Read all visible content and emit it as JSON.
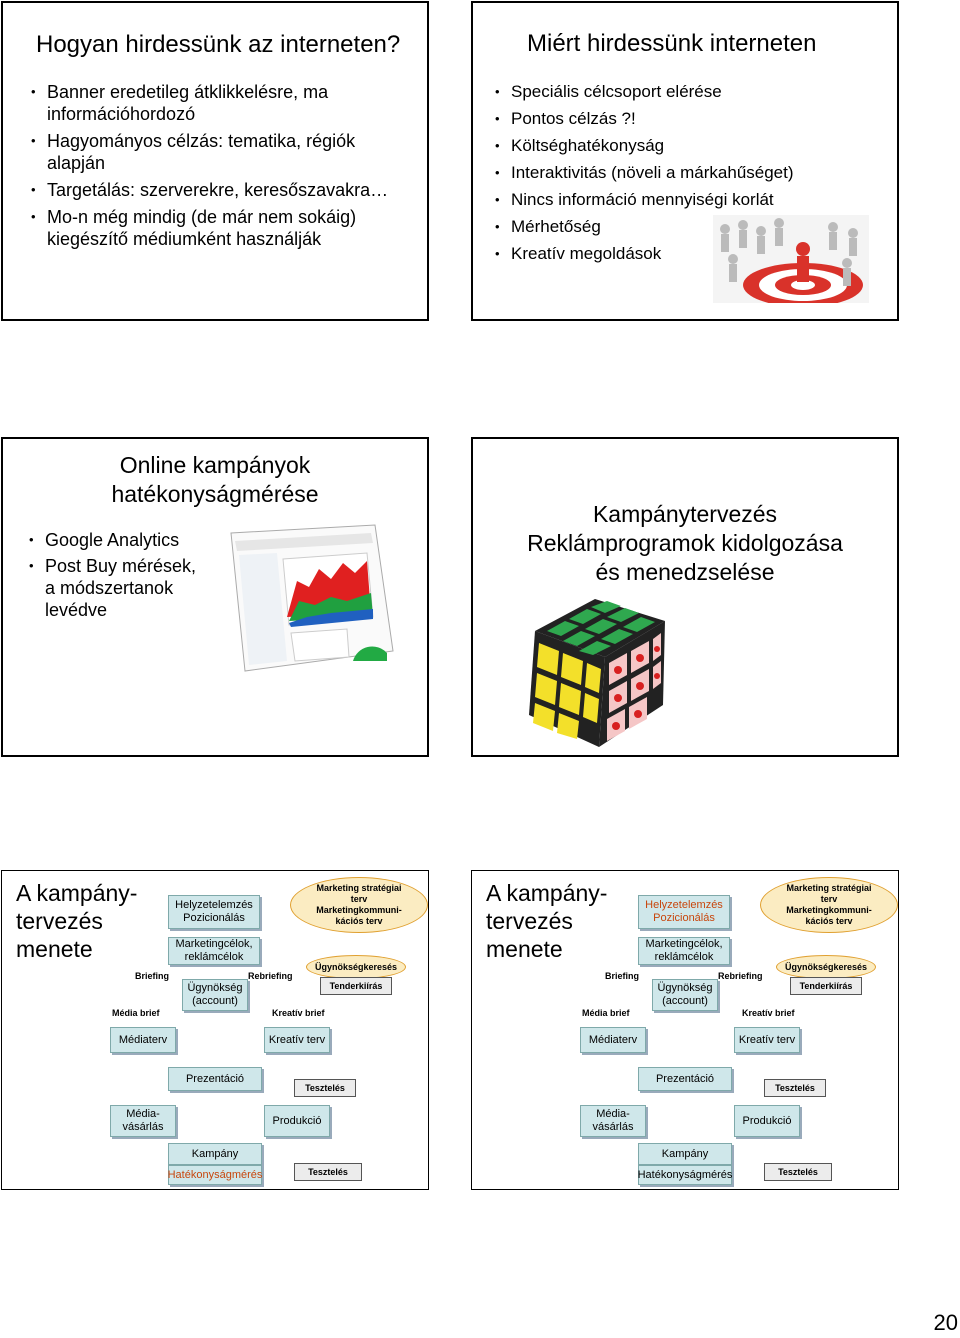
{
  "slide1": {
    "title": "Hogyan hirdessünk az interneten?",
    "bullets": [
      "Banner eredetileg átklikkelésre, ma információhordozó",
      "Hagyományos célzás: tematika, régiók alapján",
      "Targetálás: szerverekre, keresőszavakra…",
      "Mo-n még mindig (de már nem sokáig) kiegészítő médiumként használják"
    ]
  },
  "slide2": {
    "title": "Miért hirdessünk interneten",
    "bullets": [
      "Speciális célcsoport elérése",
      "Pontos célzás ?!",
      "Költséghatékonyság",
      "Interaktivitás (növeli a márkahűséget)",
      "Nincs információ mennyiségi korlát",
      "Mérhetőség",
      "Kreatív megoldások"
    ]
  },
  "slide3": {
    "title_line1": "Online kampányok",
    "title_line2": "hatékonyságmérése",
    "bullets": [
      "Google Analytics",
      "Post Buy mérések, a módszertanok levédve"
    ]
  },
  "slide4": {
    "line1": "Kampánytervezés",
    "line2": "Reklámprogramok kidolgozása",
    "line3": "és menedzselése"
  },
  "flow": {
    "title_l1": "A kampány-",
    "title_l2": "tervezés",
    "title_l3": "menete",
    "helyzet_l1": "Helyzetelemzés",
    "helyzet_l2": "Pozicionálás",
    "marketingcel_l1": "Marketingcélok,",
    "marketingcel_l2": "reklámcélok",
    "ugynokseg_l1": "Ügynökség",
    "ugynokseg_l2": "(account)",
    "briefing": "Briefing",
    "rebriefing": "Rebriefing",
    "media_brief": "Média brief",
    "kreativ_brief": "Kreatív brief",
    "strategia_l1": "Marketing stratégiai",
    "strategia_l2": "terv",
    "strategia_l3": "Marketingkommuni-",
    "strategia_l4": "kációs terv",
    "ugynoksegkereses": "Ügynökségkeresés",
    "tenderkiiras": "Tenderkiírás",
    "mediaterv": "Médiaterv",
    "kreativ_terv": "Kreatív terv",
    "prezentacio": "Prezentáció",
    "teszteles": "Tesztelés",
    "media_vasarlas_l1": "Média-",
    "media_vasarlas_l2": "vásárlás",
    "produkcio": "Produkció",
    "kampany": "Kampány",
    "hatekonysag": "Hatékonyságmérés"
  },
  "page_number": "20"
}
